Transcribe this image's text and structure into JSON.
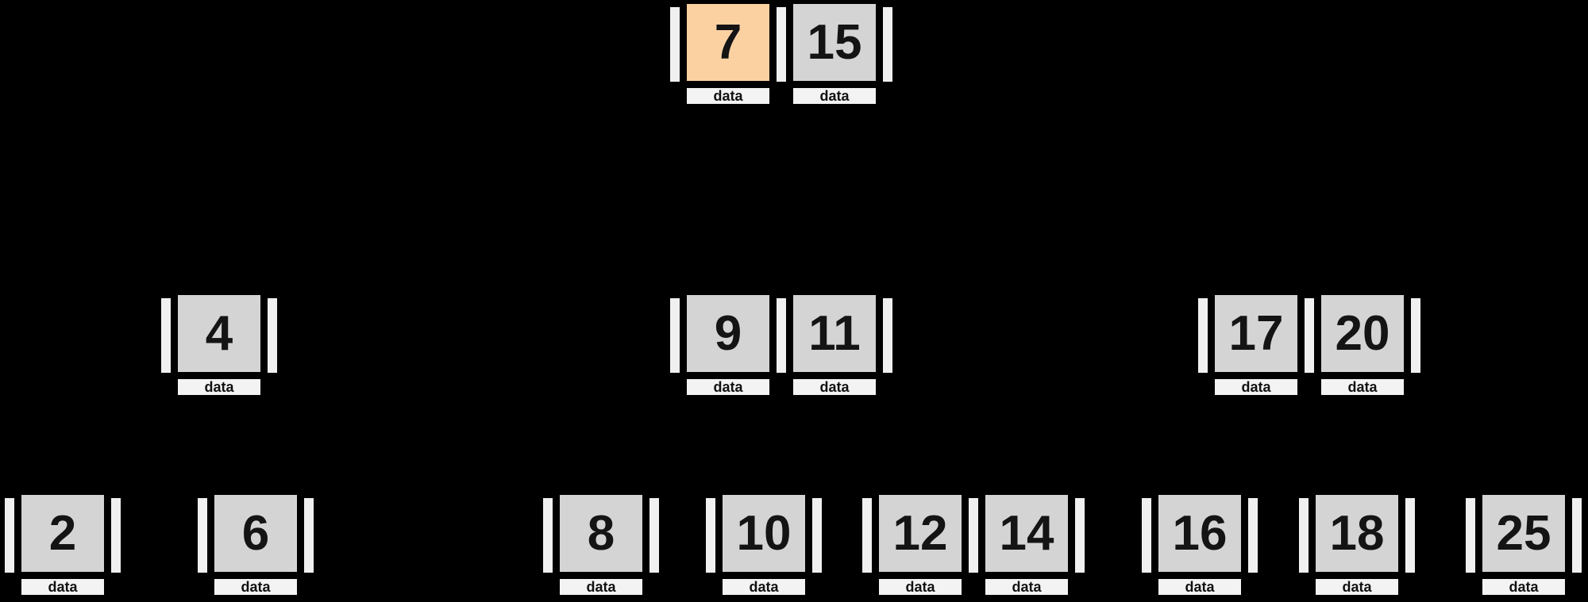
{
  "diagram": {
    "kind": "b-tree",
    "data_label": "data",
    "colors": {
      "background": "#000000",
      "key_fill": "#d4d4d4",
      "highlight_fill": "#fbd1a2",
      "pointer_fill": "#f0f0f0",
      "data_fill": "#f3f3f3",
      "border": "#000000",
      "text": "#141414"
    },
    "levels": [
      {
        "nodes": [
          {
            "keys": [
              {
                "value": "7",
                "highlighted": true
              },
              {
                "value": "15",
                "highlighted": false
              }
            ]
          }
        ]
      },
      {
        "nodes": [
          {
            "keys": [
              {
                "value": "4",
                "highlighted": false
              }
            ]
          },
          {
            "keys": [
              {
                "value": "9",
                "highlighted": false
              },
              {
                "value": "11",
                "highlighted": false
              }
            ]
          },
          {
            "keys": [
              {
                "value": "17",
                "highlighted": false
              },
              {
                "value": "20",
                "highlighted": false
              }
            ]
          }
        ]
      },
      {
        "nodes": [
          {
            "keys": [
              {
                "value": "2",
                "highlighted": false
              }
            ]
          },
          {
            "keys": [
              {
                "value": "6",
                "highlighted": false
              }
            ]
          },
          {
            "keys": [
              {
                "value": "8",
                "highlighted": false
              }
            ]
          },
          {
            "keys": [
              {
                "value": "10",
                "highlighted": false
              }
            ]
          },
          {
            "keys": [
              {
                "value": "12",
                "highlighted": false
              },
              {
                "value": "14",
                "highlighted": false
              }
            ]
          },
          {
            "keys": [
              {
                "value": "16",
                "highlighted": false
              }
            ]
          },
          {
            "keys": [
              {
                "value": "18",
                "highlighted": false
              }
            ]
          },
          {
            "keys": [
              {
                "value": "25",
                "highlighted": false
              }
            ]
          }
        ]
      }
    ]
  }
}
